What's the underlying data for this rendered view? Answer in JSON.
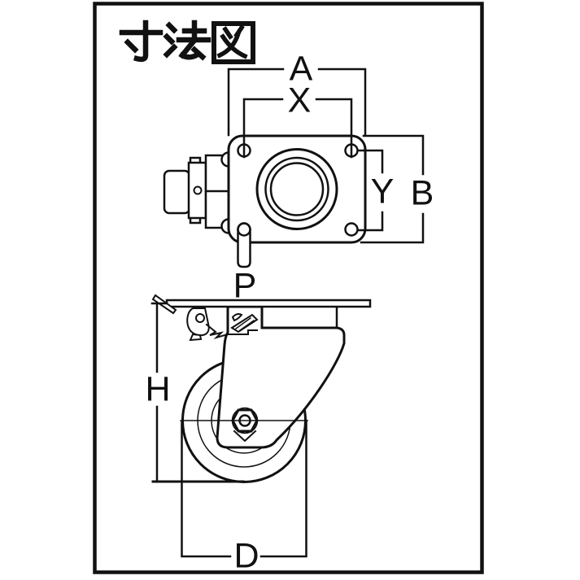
{
  "page": {
    "title": "寸法図",
    "background_color": "#ffffff",
    "line_color": "#111111"
  },
  "dimensions": {
    "a": "A",
    "x": "X",
    "y": "Y",
    "b": "B",
    "p": "P",
    "h": "H",
    "d": "D"
  }
}
